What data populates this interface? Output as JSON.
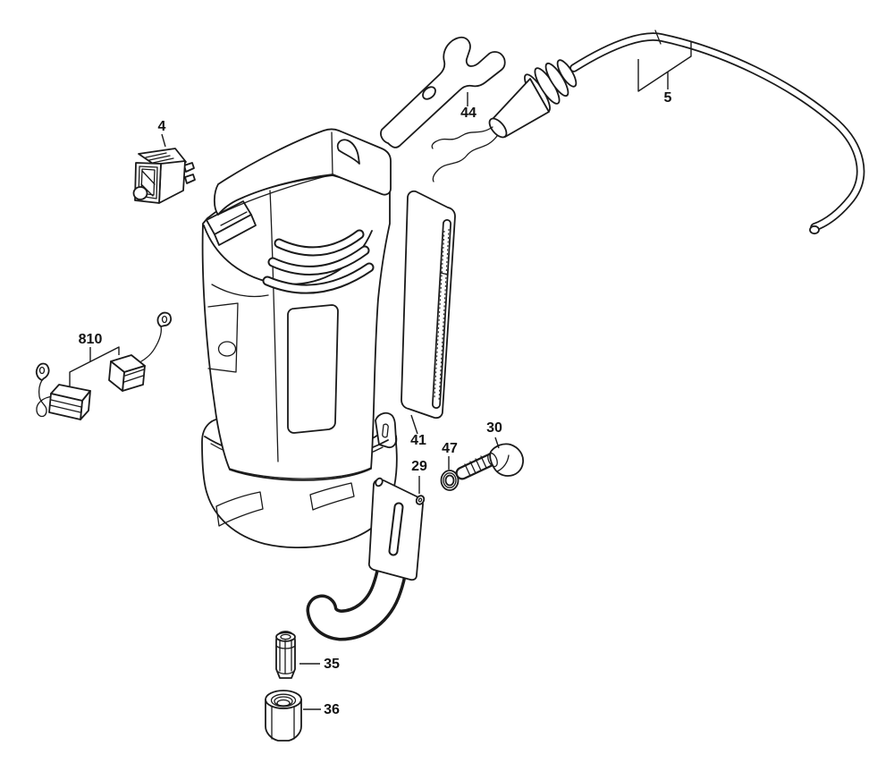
{
  "diagram": {
    "kind": "exploded-parts-diagram",
    "colors": {
      "background": "#ffffff",
      "line": "#1a1a1a",
      "label": "#111111"
    },
    "callouts": [
      {
        "label": "4"
      },
      {
        "label": "810"
      },
      {
        "label": "44"
      },
      {
        "label": "5"
      },
      {
        "label": "41"
      },
      {
        "label": "29"
      },
      {
        "label": "47"
      },
      {
        "label": "30"
      },
      {
        "label": "35"
      },
      {
        "label": "36"
      }
    ]
  }
}
